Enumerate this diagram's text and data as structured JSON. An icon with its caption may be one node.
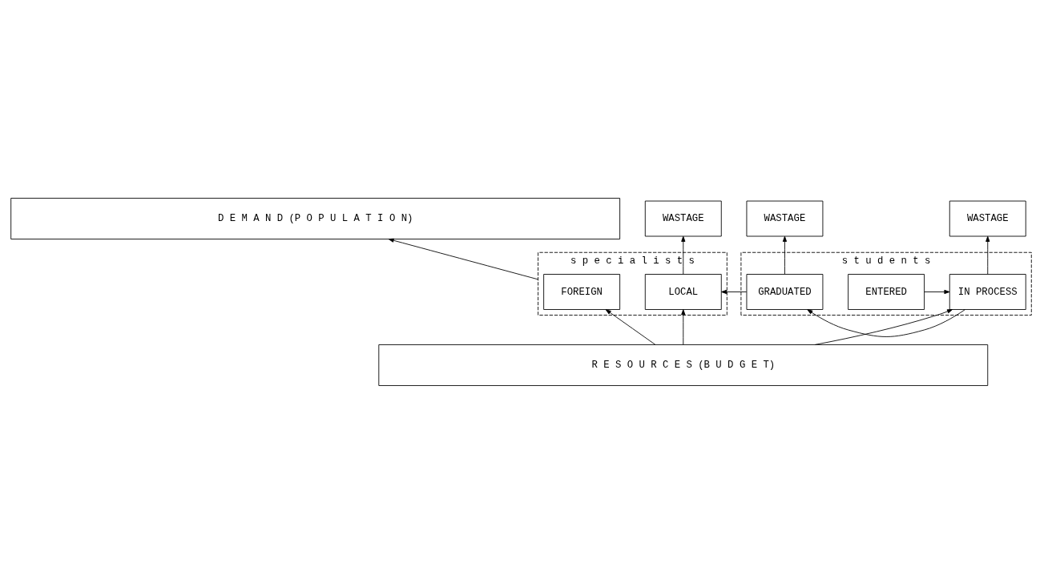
{
  "diagram": {
    "nodes": [
      {
        "text": [
          "D E M A N D (P O P U L A T I O N)"
        ]
      },
      {
        "text": [
          "s p e c i a l i s t s"
        ]
      },
      {
        "text": [
          "FOREIGN"
        ],
        "in": 1
      },
      {
        "text": [
          "LOCAL"
        ],
        "in": 1
      },
      {
        "text": [
          "WASTAGE"
        ]
      },
      {
        "text": [
          "s t u d e n t s"
        ]
      },
      {
        "text": [
          "GRADUATED"
        ],
        "in": 5
      },
      {
        "text": [
          "IN PROCESS"
        ],
        "in": 5
      },
      {
        "text": [
          "ENTERED"
        ],
        "in": 5
      },
      {
        "text": [
          "WASTAGE"
        ]
      },
      {
        "text": [
          "WASTAGE"
        ]
      },
      {
        "text": [
          "R E S O U R C E S (B U D G E T)"
        ]
      }
    ],
    "edges": [
      {
        "from": 1,
        "to": 0,
        "arrow": "to"
      },
      {
        "from": 3,
        "to": 4,
        "arrow": "to"
      },
      {
        "from": 6,
        "to": 9,
        "arrow": "to"
      },
      {
        "from": 7,
        "to": 10,
        "arrow": "to"
      },
      {
        "from": 8,
        "to": 7,
        "arrow": "to"
      },
      {
        "from": 7,
        "to": 6,
        "arrow": "to"
      },
      {
        "from": 6,
        "to": 3,
        "arrow": "to"
      },
      {
        "from": 11,
        "to": 2,
        "arrow": "to"
      },
      {
        "from": 11,
        "to": 3,
        "arrow": "to"
      },
      {
        "from": 11,
        "to": 7,
        "arrow": "to"
      }
    ]
  }
}
